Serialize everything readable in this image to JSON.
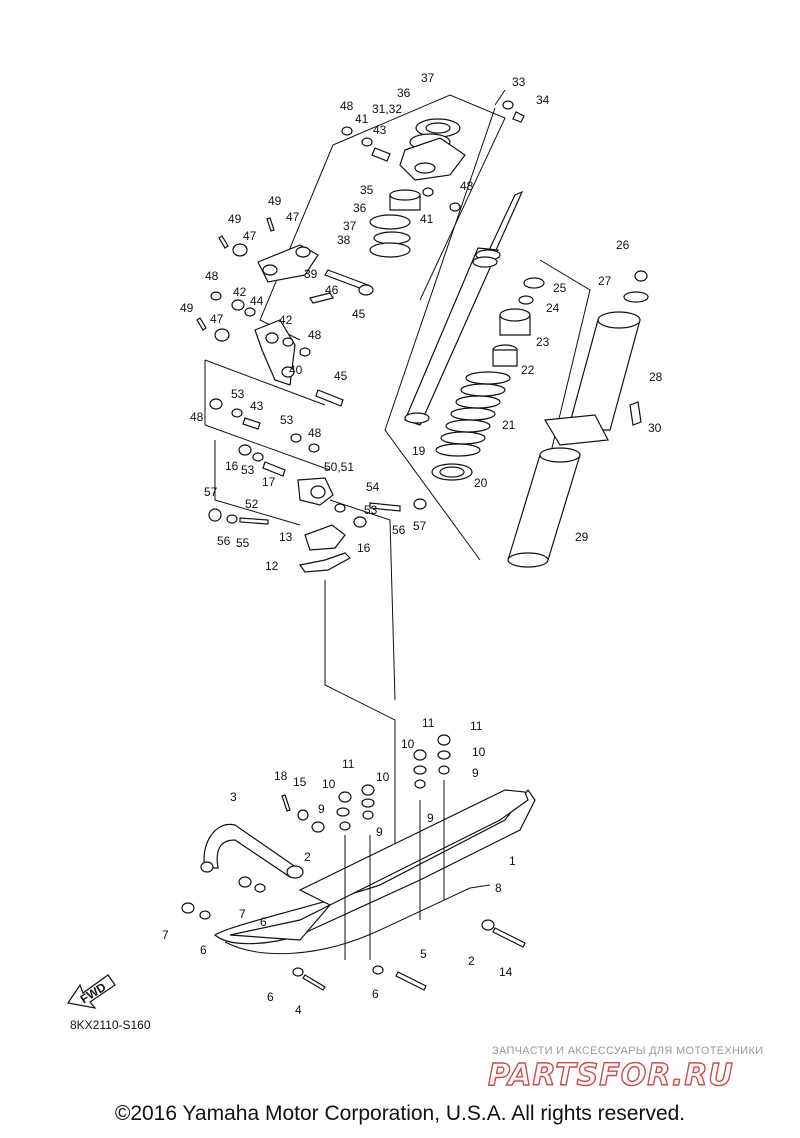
{
  "diagram": {
    "code": "8KX2110-S160",
    "fwd_label": "FWD",
    "callouts": [
      {
        "id": "c37a",
        "text": "37"
      },
      {
        "id": "c36a",
        "text": "36"
      },
      {
        "id": "c3132",
        "text": "31,32"
      },
      {
        "id": "c33",
        "text": "33"
      },
      {
        "id": "c34",
        "text": "34"
      },
      {
        "id": "c48a",
        "text": "48"
      },
      {
        "id": "c41a",
        "text": "41"
      },
      {
        "id": "c43a",
        "text": "43"
      },
      {
        "id": "c48b",
        "text": "48"
      },
      {
        "id": "c35",
        "text": "35"
      },
      {
        "id": "c36b",
        "text": "36"
      },
      {
        "id": "c41b",
        "text": "41"
      },
      {
        "id": "c37b",
        "text": "37"
      },
      {
        "id": "c38",
        "text": "38"
      },
      {
        "id": "c49a",
        "text": "49"
      },
      {
        "id": "c47a",
        "text": "47"
      },
      {
        "id": "c49b",
        "text": "49"
      },
      {
        "id": "c47b",
        "text": "47"
      },
      {
        "id": "c39",
        "text": "39"
      },
      {
        "id": "c48c",
        "text": "48"
      },
      {
        "id": "c42a",
        "text": "42"
      },
      {
        "id": "c44",
        "text": "44"
      },
      {
        "id": "c46",
        "text": "46"
      },
      {
        "id": "c45a",
        "text": "45"
      },
      {
        "id": "c49c",
        "text": "49"
      },
      {
        "id": "c47c",
        "text": "47"
      },
      {
        "id": "c42b",
        "text": "42"
      },
      {
        "id": "c48d",
        "text": "48"
      },
      {
        "id": "c40",
        "text": "40"
      },
      {
        "id": "c45b",
        "text": "45"
      },
      {
        "id": "c53a",
        "text": "53"
      },
      {
        "id": "c43b",
        "text": "43"
      },
      {
        "id": "c48e",
        "text": "48"
      },
      {
        "id": "c53b",
        "text": "53"
      },
      {
        "id": "c48f",
        "text": "48"
      },
      {
        "id": "c16a",
        "text": "16"
      },
      {
        "id": "c53c",
        "text": "53"
      },
      {
        "id": "c5051",
        "text": "50,51"
      },
      {
        "id": "c17",
        "text": "17"
      },
      {
        "id": "c54",
        "text": "54"
      },
      {
        "id": "c57a",
        "text": "57"
      },
      {
        "id": "c52",
        "text": "52"
      },
      {
        "id": "c53d",
        "text": "53"
      },
      {
        "id": "c56a",
        "text": "56"
      },
      {
        "id": "c55",
        "text": "55"
      },
      {
        "id": "c56b",
        "text": "56"
      },
      {
        "id": "c57b",
        "text": "57"
      },
      {
        "id": "c13",
        "text": "13"
      },
      {
        "id": "c16b",
        "text": "16"
      },
      {
        "id": "c12",
        "text": "12"
      },
      {
        "id": "c26",
        "text": "26"
      },
      {
        "id": "c27",
        "text": "27"
      },
      {
        "id": "c25",
        "text": "25"
      },
      {
        "id": "c24",
        "text": "24"
      },
      {
        "id": "c23",
        "text": "23"
      },
      {
        "id": "c22",
        "text": "22"
      },
      {
        "id": "c28",
        "text": "28"
      },
      {
        "id": "c21",
        "text": "21"
      },
      {
        "id": "c30",
        "text": "30"
      },
      {
        "id": "c19",
        "text": "19"
      },
      {
        "id": "c20",
        "text": "20"
      },
      {
        "id": "c29",
        "text": "29"
      },
      {
        "id": "c11a",
        "text": "11"
      },
      {
        "id": "c11b",
        "text": "11"
      },
      {
        "id": "c10a",
        "text": "10"
      },
      {
        "id": "c10b",
        "text": "10"
      },
      {
        "id": "c9a",
        "text": "9"
      },
      {
        "id": "c11c",
        "text": "11"
      },
      {
        "id": "c10c",
        "text": "10"
      },
      {
        "id": "c10d",
        "text": "10"
      },
      {
        "id": "c18",
        "text": "18"
      },
      {
        "id": "c15",
        "text": "15"
      },
      {
        "id": "c9b",
        "text": "9"
      },
      {
        "id": "c9c",
        "text": "9"
      },
      {
        "id": "c9d",
        "text": "9"
      },
      {
        "id": "c3",
        "text": "3"
      },
      {
        "id": "c1",
        "text": "1"
      },
      {
        "id": "c2a",
        "text": "2"
      },
      {
        "id": "c8",
        "text": "8"
      },
      {
        "id": "c7a",
        "text": "7"
      },
      {
        "id": "c6a",
        "text": "6"
      },
      {
        "id": "c7b",
        "text": "7"
      },
      {
        "id": "c6b",
        "text": "6"
      },
      {
        "id": "c2b",
        "text": "2"
      },
      {
        "id": "c14",
        "text": "14"
      },
      {
        "id": "c5",
        "text": "5"
      },
      {
        "id": "c6c",
        "text": "6"
      },
      {
        "id": "c6d",
        "text": "6"
      },
      {
        "id": "c4",
        "text": "4"
      }
    ]
  },
  "watermark": {
    "tagline": "ЗАПЧАСТИ И АКСЕССУАРЫ ДЛЯ МОТОТЕХНИКИ",
    "brand": "PARTSFOR.RU"
  },
  "footer": {
    "copyright": "©2016 Yamaha Motor Corporation, U.S.A. All rights reserved."
  }
}
